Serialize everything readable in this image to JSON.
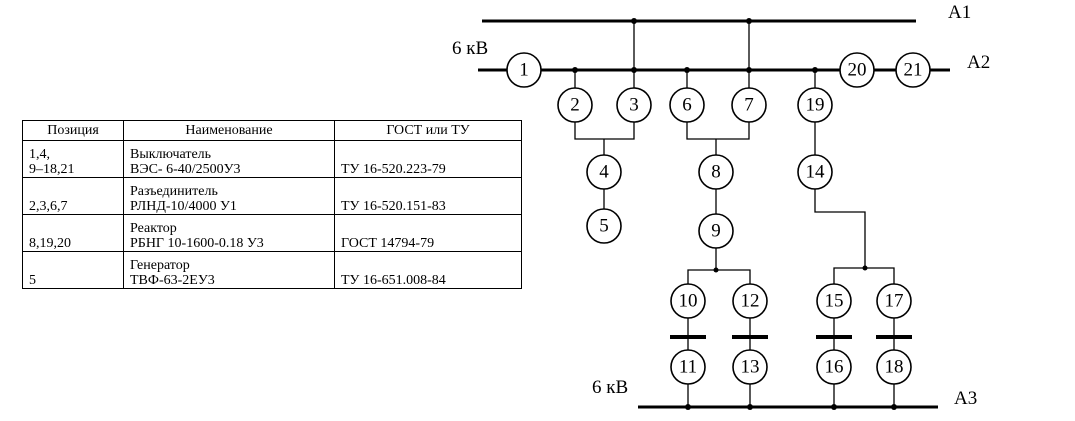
{
  "table": {
    "headers": [
      "Позиция",
      "Наименование",
      "ГОСТ или ТУ"
    ],
    "rows": [
      {
        "position": [
          "1,4,",
          "9–18,21"
        ],
        "name": [
          "Выключатель",
          "ВЭС- 6-40/2500У3"
        ],
        "standard": "ТУ 16-520.223-79"
      },
      {
        "position": [
          "",
          "2,3,6,7"
        ],
        "name": [
          "Разъединитель",
          "РЛНД-10/4000 У1"
        ],
        "standard": "ТУ 16-520.151-83"
      },
      {
        "position": [
          "",
          "8,19,20"
        ],
        "name": [
          "Реактор",
          "РБНГ 10-1600-0.18 У3"
        ],
        "standard": "ГОСТ 14794-79"
      },
      {
        "position": [
          "",
          "5"
        ],
        "name": [
          "Генератор",
          "ТВФ-63-2ЕУ3"
        ],
        "standard": "ТУ 16-651.008-84"
      }
    ]
  },
  "scheme": {
    "buses": {
      "a1": "A1",
      "a2": "A2",
      "a3": "A3"
    },
    "voltage_top": "6 кВ",
    "voltage_bottom": "6 кВ",
    "nodes": [
      "1",
      "2",
      "3",
      "4",
      "5",
      "6",
      "7",
      "8",
      "9",
      "10",
      "11",
      "12",
      "13",
      "14",
      "15",
      "16",
      "17",
      "18",
      "19",
      "20",
      "21"
    ]
  }
}
